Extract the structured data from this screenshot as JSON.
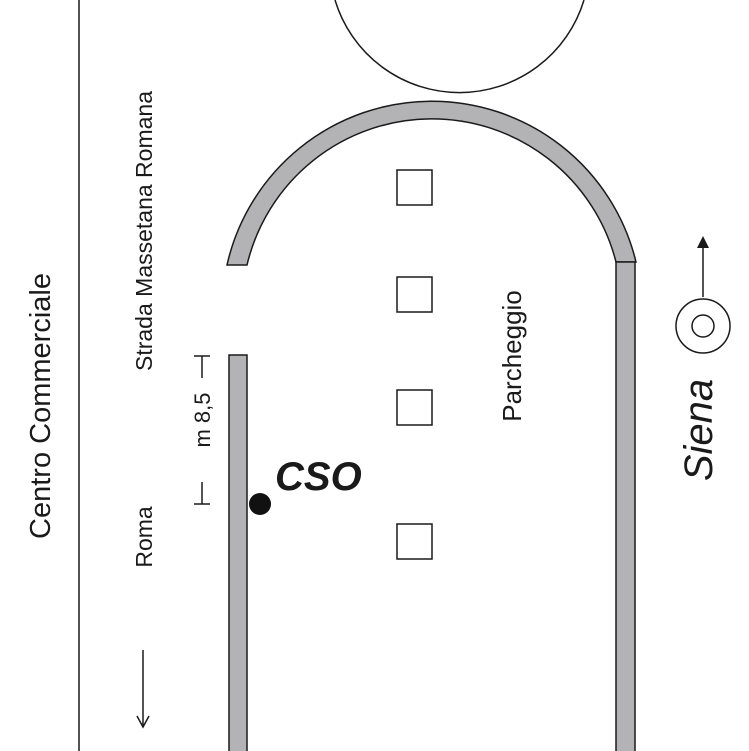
{
  "labels": {
    "commercial_center": "Centro Commerciale",
    "street_line1": "Strada Massetana Romana",
    "street_line2": "Roma",
    "parking": "Parcheggio",
    "measure": "m 8,5",
    "station": "CSO",
    "direction_city": "Siena"
  },
  "colors": {
    "wall": "#b3b3b6",
    "outline": "#1a1a1a",
    "background": "#ffffff"
  },
  "icons": {
    "roundabout": "roundabout-icon",
    "arrow_down": "arrow-down-icon",
    "arrow_up": "arrow-up-icon",
    "station_marker": "station-dot-icon"
  }
}
